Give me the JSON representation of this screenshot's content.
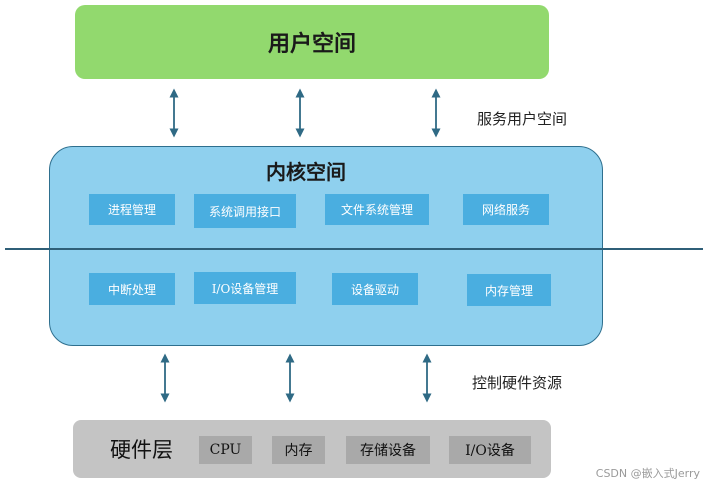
{
  "user_space": {
    "label": "用户空间"
  },
  "user_side_label": "服务用户空间",
  "kernel": {
    "title": "内核空间",
    "row1": [
      "进程管理",
      "系统调用接口",
      "文件系统管理",
      "网络服务"
    ],
    "row2": [
      "中断处理",
      "I/O设备管理",
      "设备驱动",
      "内存管理"
    ]
  },
  "hardware_side_label": "控制硬件资源",
  "hardware": {
    "title": "硬件层",
    "items": [
      "CPU",
      "内存",
      "存储设备",
      "I/O设备"
    ]
  },
  "watermark": "CSDN @嵌入式Jerry",
  "colors": {
    "user_space": "#92d96e",
    "kernel": "#8fd0ee",
    "kernel_box": "#4aaee0",
    "hardware": "#c4c4c4",
    "hardware_box": "#a9a9a9",
    "arrow": "#2f6a85"
  }
}
